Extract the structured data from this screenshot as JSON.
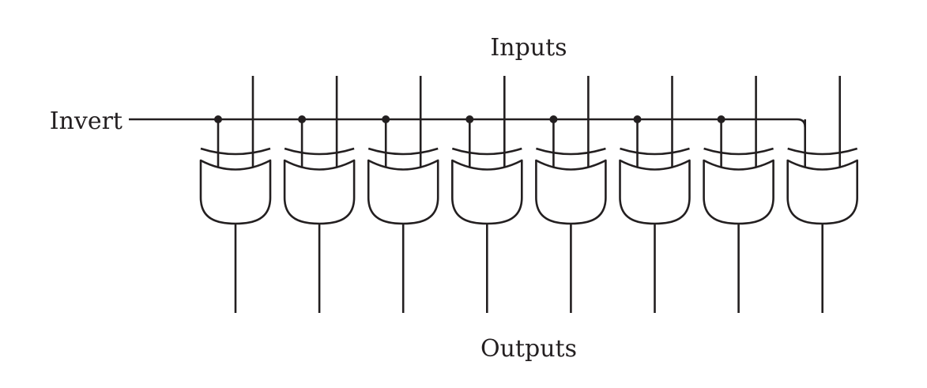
{
  "labels": {
    "inputs": "Inputs",
    "outputs": "Outputs",
    "invert": "Invert"
  },
  "gate_count": 8,
  "gate_type": "XOR",
  "colors": {
    "line": "#231f20",
    "background": "#ffffff"
  }
}
